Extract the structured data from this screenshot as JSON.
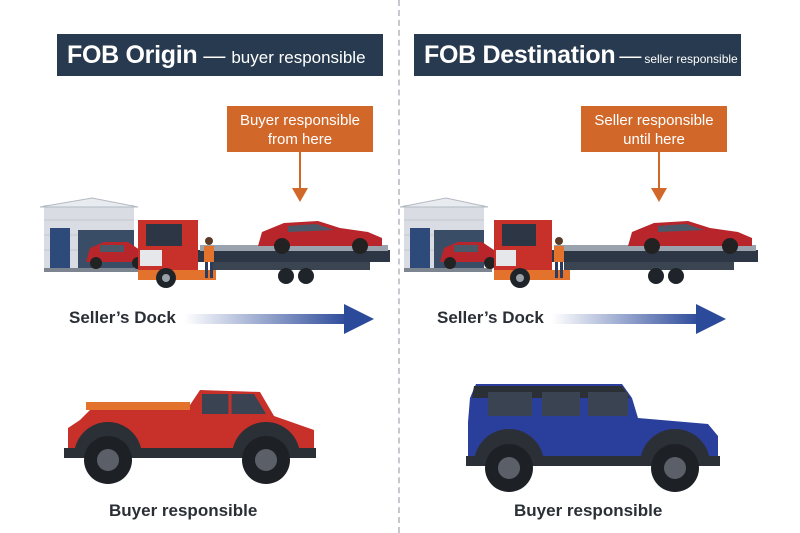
{
  "panels": [
    {
      "title": "FOB Origin",
      "separator": "—",
      "subtitle": "buyer responsible",
      "callout_line1": "Buyer responsible",
      "callout_line2": "from here",
      "dock_label": "Seller’s Dock",
      "vehicle_label": "Buyer responsible",
      "vehicle_icon": "red-pickup-truck-icon"
    },
    {
      "title": "FOB Destination",
      "separator": "—",
      "subtitle": "seller responsible",
      "callout_line1": "Seller responsible",
      "callout_line2": "until here",
      "dock_label": "Seller’s Dock",
      "vehicle_label": "Buyer responsible",
      "vehicle_icon": "blue-suv-icon"
    }
  ],
  "colors": {
    "title_bg": "#273a4f",
    "callout_bg": "#d1682a",
    "arrow_blue": "#2b4a9a",
    "truck_red": "#c8312a",
    "car_red": "#b8262b",
    "suv_blue": "#2a3f9c"
  }
}
